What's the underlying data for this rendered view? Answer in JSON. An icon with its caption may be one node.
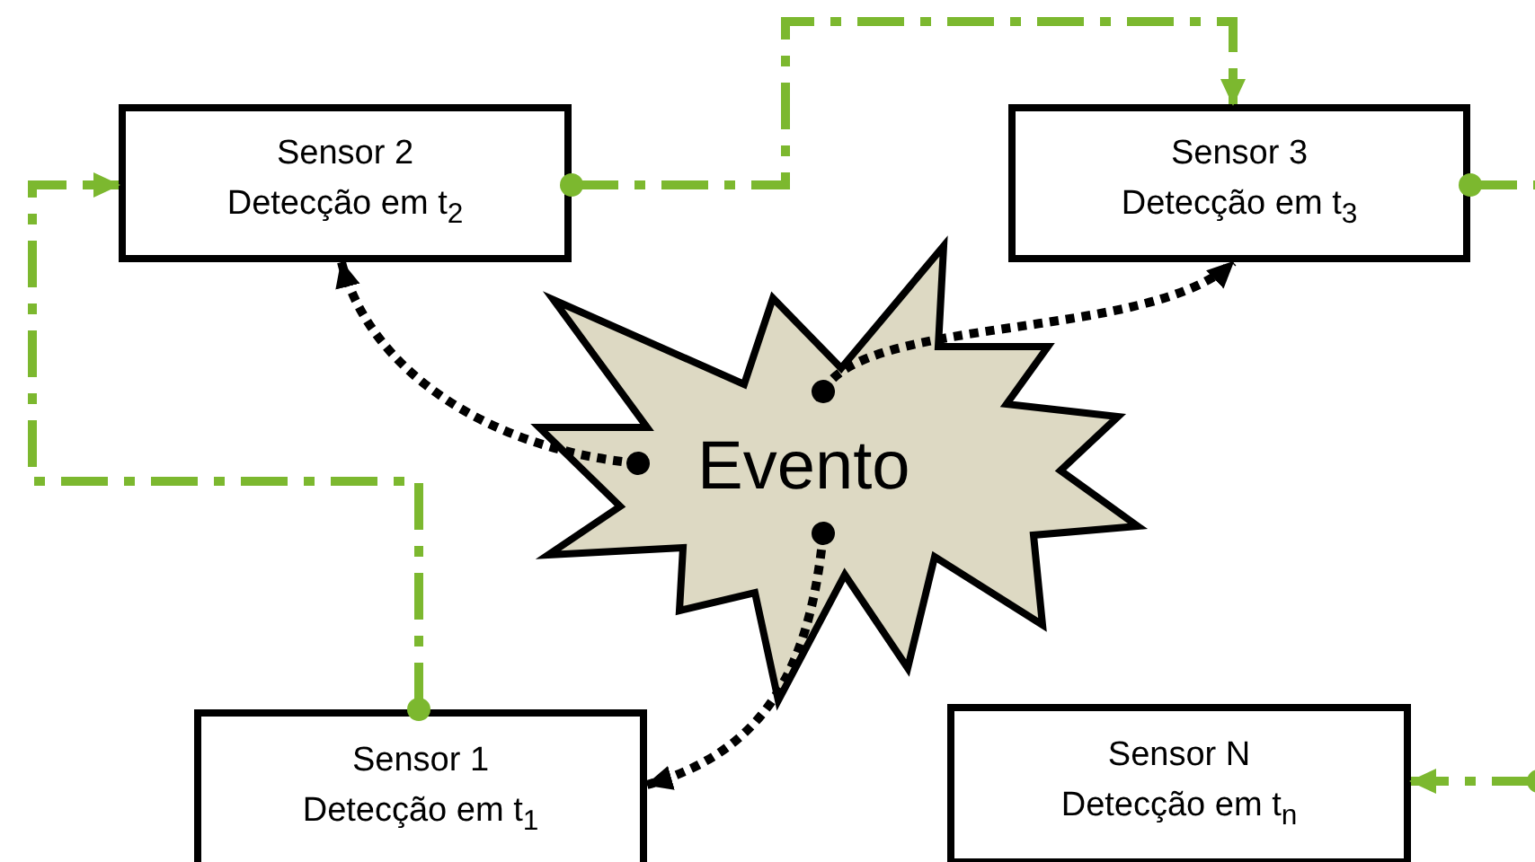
{
  "diagram": {
    "nodes": [
      {
        "text": [
          "Sensor 2",
          "Detecção em t$_{2}$"
        ]
      },
      {
        "text": [
          "Sensor 3",
          "Detecção em t$_{3}$"
        ]
      },
      {
        "text": [
          "Evento"
        ]
      },
      {
        "text": [
          "Sensor 1",
          "Detecção em t$_{1}$"
        ]
      },
      {
        "text": [
          "Sensor N",
          "Detecção em t$_{n}$"
        ]
      }
    ],
    "edges": [
      {
        "from": 3,
        "to": 0,
        "arrow": "to",
        "style": "dashed",
        "color": "#7cb82f"
      },
      {
        "from": 0,
        "to": 1,
        "arrow": "to",
        "style": "dashed",
        "color": "#7cb82f"
      },
      {
        "from": 1,
        "to": null,
        "arrow": "other",
        "style": "dashed",
        "color": "#7cb82f"
      },
      {
        "from": null,
        "to": 4,
        "arrow": "to",
        "style": "dashed",
        "color": "#7cb82f"
      },
      {
        "from": 2,
        "to": 0,
        "arrow": "to",
        "color": "#000000"
      },
      {
        "from": 2,
        "to": 1,
        "arrow": "to",
        "color": "#000000"
      },
      {
        "from": 2,
        "to": 3,
        "arrow": "to",
        "color": "#000000"
      }
    ]
  }
}
